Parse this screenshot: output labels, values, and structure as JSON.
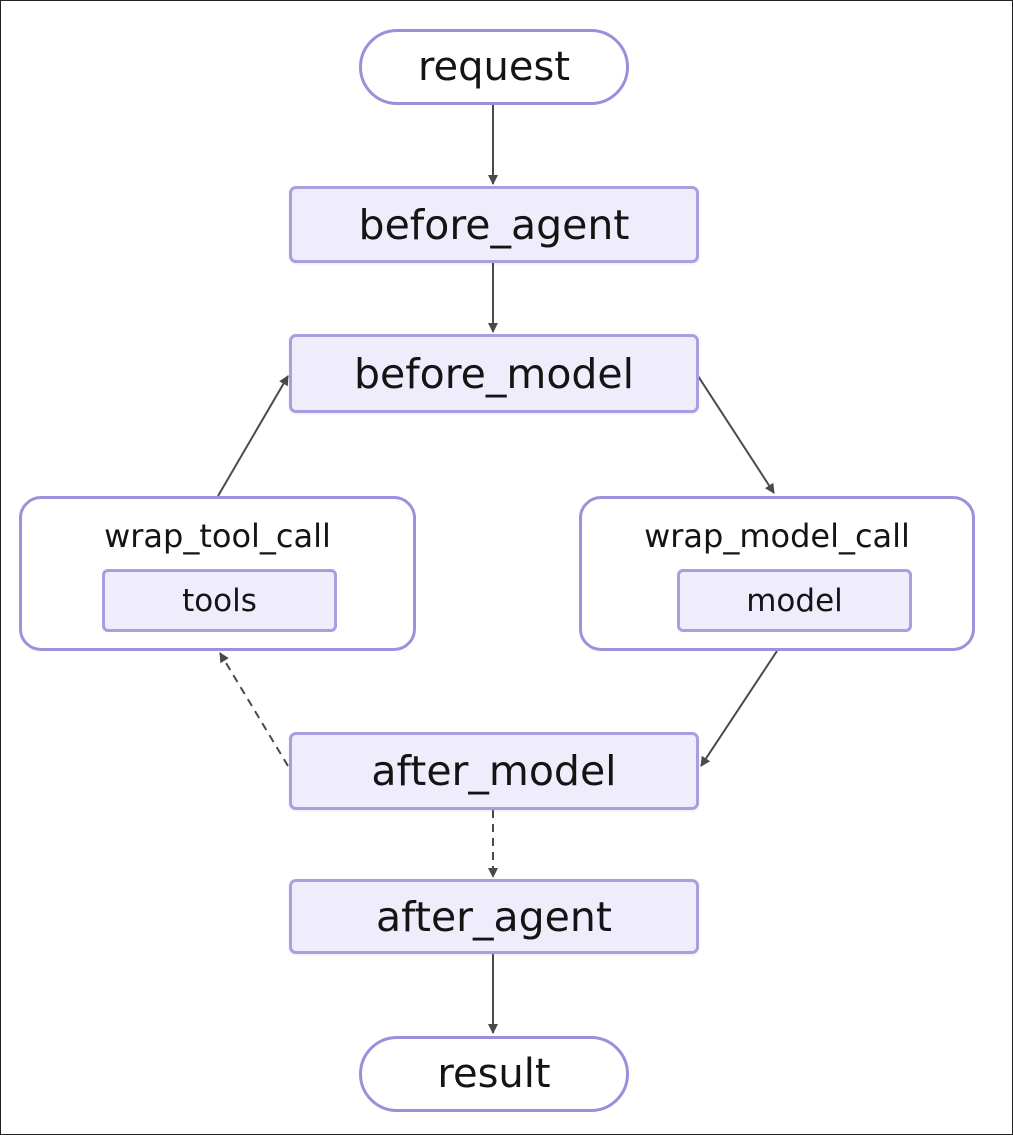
{
  "diagram": {
    "nodes": {
      "request": "request",
      "before_agent": "before_agent",
      "before_model": "before_model",
      "wrap_tool_call": "wrap_tool_call",
      "tools": "tools",
      "wrap_model_call": "wrap_model_call",
      "model": "model",
      "after_model": "after_model",
      "after_agent": "after_agent",
      "result": "result"
    },
    "edges": [
      {
        "from": "request",
        "to": "before_agent",
        "style": "solid"
      },
      {
        "from": "before_agent",
        "to": "before_model",
        "style": "solid"
      },
      {
        "from": "before_model",
        "to": "wrap_model_call",
        "style": "solid"
      },
      {
        "from": "wrap_model_call",
        "to": "after_model",
        "style": "solid"
      },
      {
        "from": "after_model",
        "to": "wrap_tool_call",
        "style": "dashed"
      },
      {
        "from": "wrap_tool_call",
        "to": "before_model",
        "style": "solid"
      },
      {
        "from": "after_model",
        "to": "after_agent",
        "style": "dashed"
      },
      {
        "from": "after_agent",
        "to": "result",
        "style": "solid"
      }
    ],
    "colors": {
      "node_border": "#a89ee0",
      "node_fill": "#efedfb",
      "terminal_border": "#9b8fdc",
      "edge": "#4a4a4a",
      "text": "#141414"
    }
  }
}
